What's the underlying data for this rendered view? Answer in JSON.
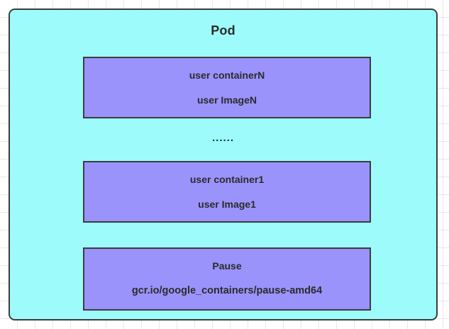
{
  "diagram": {
    "title": "Pod",
    "colors": {
      "pod_fill": "#9dfcfb",
      "container_fill": "#9a93fb",
      "border": "#3c3c3c",
      "text": "#2b2b2b",
      "grid_line": "#e8e8e8",
      "canvas_background": "#ffffff"
    },
    "ellipsis": "......",
    "containers": [
      {
        "name": "user containerN",
        "image": "user ImageN"
      },
      {
        "name": "user container1",
        "image": "user Image1"
      },
      {
        "name": "Pause",
        "image": "gcr.io/google_containers/pause-amd64"
      }
    ]
  }
}
